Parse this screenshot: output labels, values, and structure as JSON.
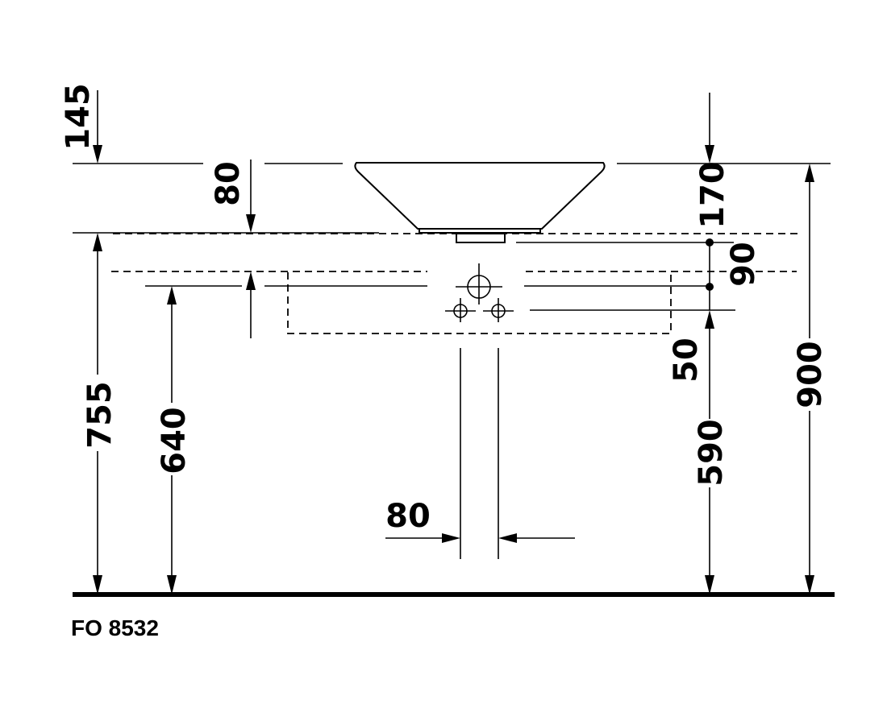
{
  "drawing": {
    "code": "FO 8532",
    "dimensions": {
      "d145": "145",
      "d80_top": "80",
      "d170": "170",
      "d90": "90",
      "d50": "50",
      "d900": "900",
      "d755": "755",
      "d640": "640",
      "d590": "590",
      "d80_bottom": "80"
    }
  },
  "colors": {
    "ink": "#000000",
    "background": "#ffffff"
  }
}
